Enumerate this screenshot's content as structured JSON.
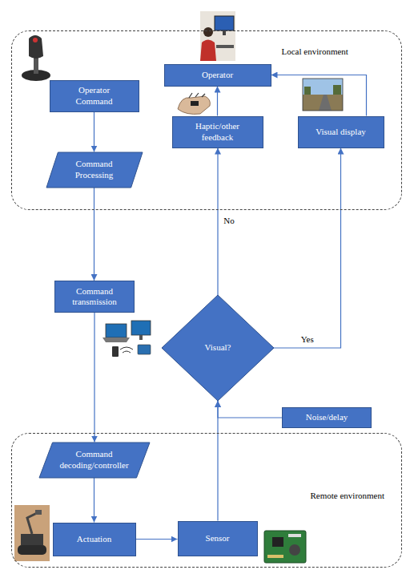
{
  "diagram": {
    "nodes": [
      {
        "text": [
          "Local environment"
        ]
      },
      {
        "text": [
          "Operator"
        ],
        "in": 0
      },
      {
        "text": [
          "Operator Command"
        ],
        "in": 0
      },
      {
        "text": [
          "Command Processing"
        ],
        "in": 0
      },
      {
        "text": [
          "Haptic/other feedback"
        ],
        "in": 0
      },
      {
        "text": [
          "Visual display"
        ],
        "in": 0
      },
      {
        "text": [
          "Command transmission"
        ]
      },
      {
        "text": [
          "Visual?"
        ]
      },
      {
        "text": [
          "Noise/delay"
        ]
      },
      {
        "text": [
          "Remote environment"
        ]
      },
      {
        "text": [
          "Command decoding/controller"
        ],
        "in": 9
      },
      {
        "text": [
          "Actuation"
        ],
        "in": 9
      },
      {
        "text": [
          "Sensor"
        ],
        "in": 9
      }
    ],
    "edges": [
      {
        "from": 2,
        "to": 3,
        "arrow": "to"
      },
      {
        "from": 3,
        "to": 6,
        "arrow": "to"
      },
      {
        "from": 6,
        "to": 10,
        "arrow": "to"
      },
      {
        "from": 10,
        "to": 11,
        "arrow": "to"
      },
      {
        "from": 11,
        "to": 12,
        "arrow": "to"
      },
      {
        "from": 12,
        "to": 7,
        "arrow": "to"
      },
      {
        "from": 8,
        "to": 7,
        "arrow": "to"
      },
      {
        "from": 7,
        "to": 4,
        "label": "No",
        "arrow": "to"
      },
      {
        "from": 7,
        "to": 5,
        "label": "Yes",
        "arrow": "to"
      },
      {
        "from": 4,
        "to": 1,
        "arrow": "to"
      },
      {
        "from": 5,
        "to": 1,
        "arrow": "to"
      }
    ]
  }
}
